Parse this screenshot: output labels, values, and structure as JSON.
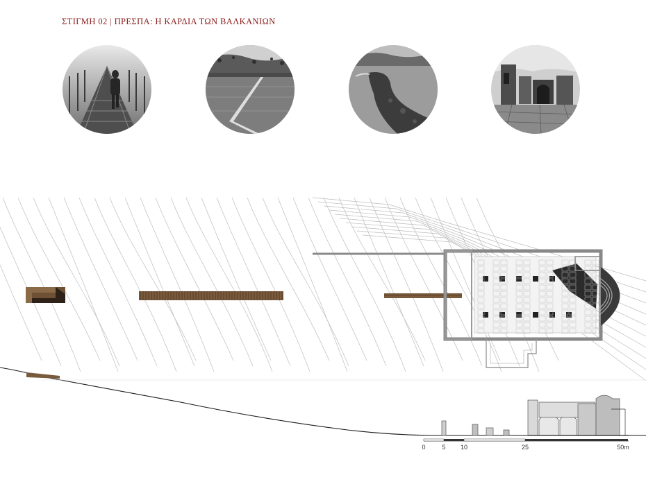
{
  "header": {
    "title": "ΣΤΙΓΜΗ  02 |  ΠΡΕΣΠΑ: Η ΚΑΡΔΙΑ ΤΩΝ ΒΑΛΚΑΝΙΩΝ",
    "title_color": "#8b1a1a"
  },
  "photos": [
    {
      "subject": "person walking on foggy wooden boardwalk",
      "tone": "grayscale"
    },
    {
      "subject": "floating walkway across lake with reeds",
      "tone": "grayscale"
    },
    {
      "subject": "aerial view of island and isthmus in lake",
      "tone": "grayscale"
    },
    {
      "subject": "ruins of stone basilica",
      "tone": "grayscale"
    }
  ],
  "scale_bar": {
    "labels": [
      "0",
      "5",
      "10",
      "25",
      "50m"
    ]
  },
  "colors": {
    "contour": "#b8b8b8",
    "wood": "#7a5a3c",
    "wood_dark": "#3e2c1e",
    "plan_wall": "#777777",
    "section_line": "#222222"
  }
}
